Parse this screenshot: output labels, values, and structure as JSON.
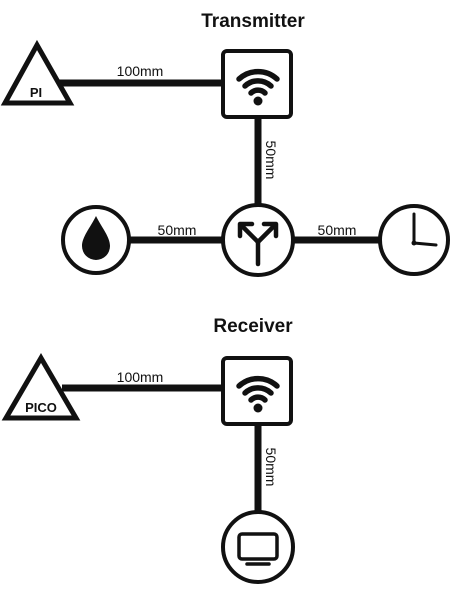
{
  "transmitter": {
    "title": "Transmitter",
    "source_label": "PI",
    "link_top": "100mm",
    "link_vertical": "50mm",
    "link_left": "50mm",
    "link_right": "50mm",
    "icons": {
      "node": "wifi-icon",
      "hub": "fork-arrows-icon",
      "left": "water-drop-icon",
      "right": "clock-icon"
    }
  },
  "receiver": {
    "title": "Receiver",
    "source_label": "PICO",
    "link_top": "100mm",
    "link_vertical": "50mm",
    "icons": {
      "node": "wifi-icon",
      "output": "monitor-icon"
    }
  }
}
